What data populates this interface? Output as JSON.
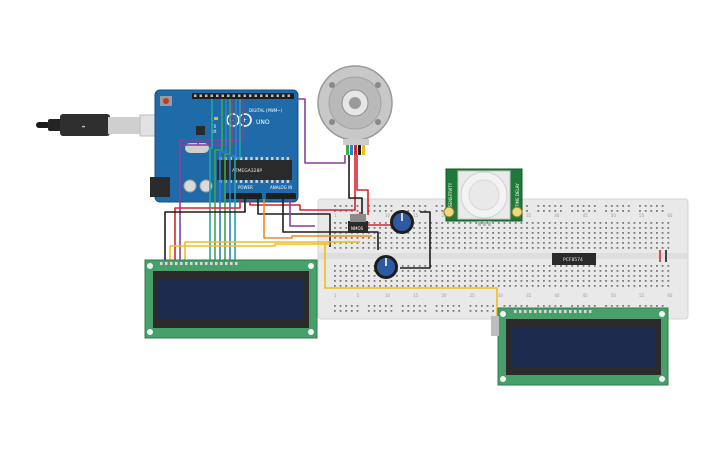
{
  "arduino": {
    "model_label": "UNO",
    "digital_label": "DIGITAL (PWM~)",
    "power_label": "POWER",
    "analog_label": "ANALOG IN",
    "ic_label": "ATMEGA328P",
    "tx_label": "TX",
    "rx_label": "RX",
    "l_label": "L",
    "board_color": "#1f6aa8"
  },
  "mosfet": {
    "label": "NMOS"
  },
  "ic_chip": {
    "label": "PCF8574"
  },
  "pir_sensor": {
    "label_left": "SENSITIVITY",
    "label_right": "TIME DELAY"
  },
  "breadboard": {
    "column_numbers": [
      "1",
      "5",
      "10",
      "15",
      "20",
      "25",
      "30",
      "35",
      "40",
      "45",
      "50",
      "55",
      "60"
    ]
  },
  "lcd_left": {
    "screen_color": "#1c2a4e",
    "pcb_color": "#47a06a"
  },
  "lcd_right": {
    "screen_color": "#1c2a4e",
    "pcb_color": "#47a06a"
  },
  "wires": {
    "red": "#d7262b",
    "black": "#1d1d1d",
    "yellow": "#f0be1a",
    "orange": "#f08a1c",
    "purple": "#8b3f9c",
    "green": "#3aa84d",
    "blue": "#2e7fd0",
    "teal": "#22a6a0"
  }
}
